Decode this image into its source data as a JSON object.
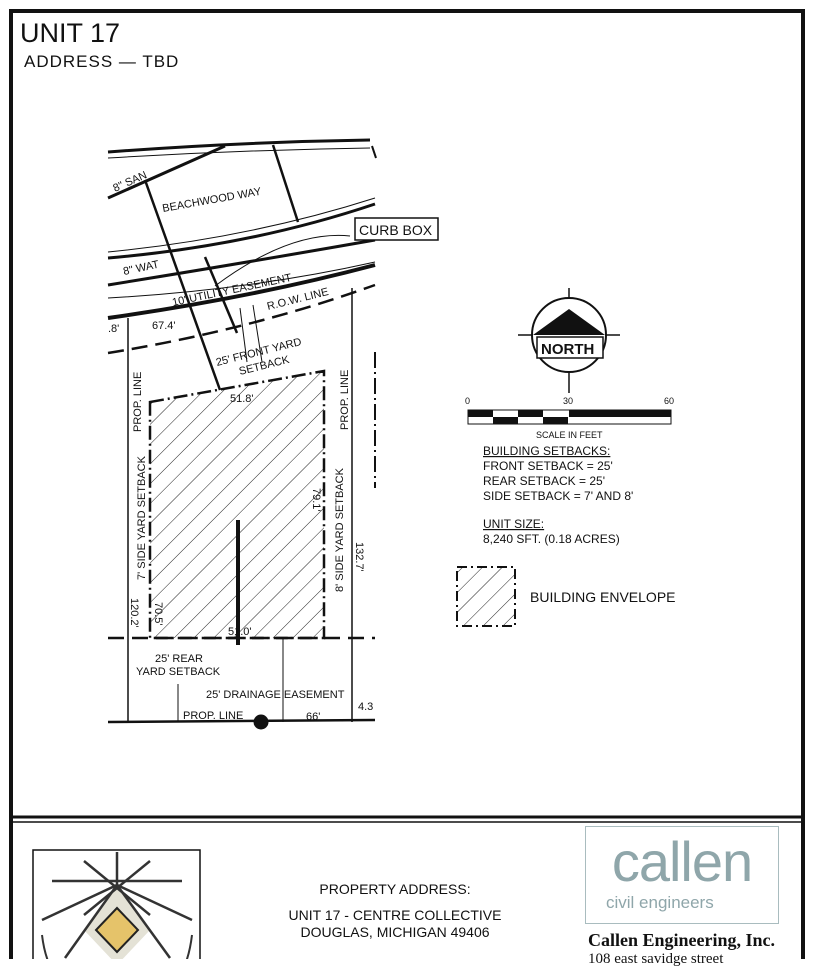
{
  "header": {
    "title": "UNIT 17",
    "subtitle": "ADDRESS — TBD"
  },
  "plan": {
    "labels": {
      "san": "8\" SAN",
      "road": "BEACHWOOD WAY",
      "wat": "8\" WAT",
      "curb_box": "CURB BOX",
      "utility_easement": "10' UTILITY EASEMENT",
      "row_line": "R.O.W. LINE",
      "front_setback_1": "25' FRONT YARD",
      "front_setback_2": "SETBACK",
      "dim_left_frag": ".8'",
      "dim_arc_top": "67.4'",
      "dim_front": "51.8'",
      "prop_line_left": "PROP. LINE",
      "prop_line_right": "PROP. LINE",
      "side_7": "7' SIDE YARD SETBACK",
      "side_8": "8' SIDE YARD SETBACK",
      "dim_79": "79.1'",
      "dim_132": "132.7'",
      "dim_120": "120.2'",
      "dim_70": "70.5'",
      "dim_51": "51.0'",
      "rear_1": "25' REAR",
      "rear_2": "YARD SETBACK",
      "drainage": "25' DRAINAGE EASEMENT",
      "prop_line_bottom": "PROP. LINE",
      "dim_66": "66'",
      "dim_43": "4.3"
    },
    "north": "NORTH",
    "scale": {
      "ticks": [
        "0",
        "30",
        "60"
      ],
      "label": "SCALE IN FEET"
    },
    "setbacks": {
      "heading": "BUILDING SETBACKS:",
      "front": "FRONT SETBACK = 25'",
      "rear": "REAR SETBACK = 25'",
      "side": "SIDE SETBACK = 7' AND 8'"
    },
    "unit_size": {
      "heading": "UNIT SIZE:",
      "value": "8,240 SFT. (0.18 ACRES)"
    },
    "legend": {
      "building_envelope": "BUILDING ENVELOPE"
    }
  },
  "footer": {
    "address_heading": "PROPERTY ADDRESS:",
    "address_line1": "UNIT 17 - CENTRE COLLECTIVE",
    "address_line2": "DOUGLAS, MICHIGAN 49406",
    "logo_word": "callen",
    "logo_sub": "civil engineers",
    "company": "Callen Engineering, Inc.",
    "street": "108 east savidge street",
    "logo_accent": "#e5c36a",
    "logo_shade": "#e4e2d6"
  }
}
